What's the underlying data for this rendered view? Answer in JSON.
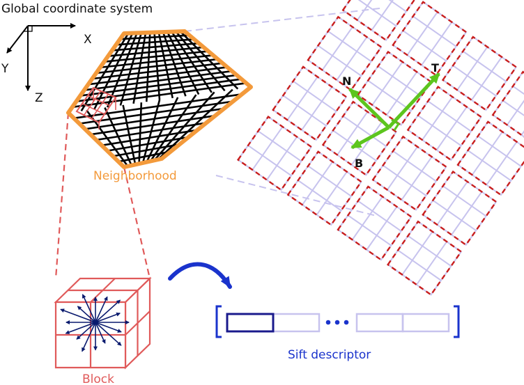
{
  "labels": {
    "title": "Global coordinate system",
    "axis_x": "X",
    "axis_y": "Y",
    "axis_z": "Z",
    "neighborhood": "Neighborhood",
    "block": "Block",
    "sift_descriptor": "Sift descriptor",
    "vec_n": "N",
    "vec_t": "T",
    "vec_b": "B"
  },
  "colors": {
    "orange": "#f39a3b",
    "red": "#e05a5a",
    "dark_red": "#c81e1e",
    "lavender": "#c7c3ee",
    "blue": "#1a33cc",
    "green": "#5cc51e",
    "black": "#000000"
  }
}
